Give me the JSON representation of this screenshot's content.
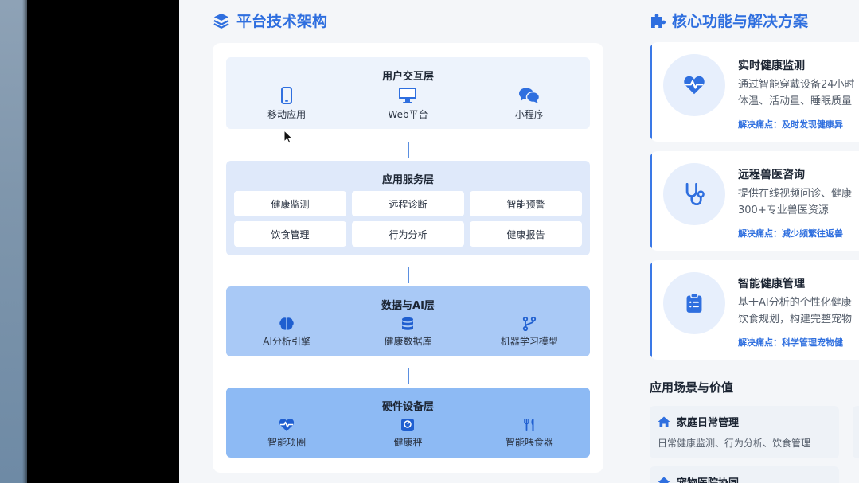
{
  "architecture": {
    "title": "平台技术架构",
    "layers": [
      {
        "title": "用户交互层",
        "items": [
          {
            "label": "移动应用",
            "icon": "mobile-icon"
          },
          {
            "label": "Web平台",
            "icon": "desktop-icon"
          },
          {
            "label": "小程序",
            "icon": "chat-icon"
          }
        ]
      },
      {
        "title": "应用服务层",
        "services": [
          "健康监测",
          "远程诊断",
          "智能预警",
          "饮食管理",
          "行为分析",
          "健康报告"
        ]
      },
      {
        "title": "数据与AI层",
        "items": [
          {
            "label": "AI分析引擎",
            "icon": "brain-icon"
          },
          {
            "label": "健康数据库",
            "icon": "database-icon"
          },
          {
            "label": "机器学习模型",
            "icon": "branch-icon"
          }
        ]
      },
      {
        "title": "硬件设备层",
        "items": [
          {
            "label": "智能项圈",
            "icon": "heart-pulse-icon"
          },
          {
            "label": "健康秤",
            "icon": "scale-icon"
          },
          {
            "label": "智能喂食器",
            "icon": "utensils-icon"
          }
        ]
      }
    ]
  },
  "features": {
    "title": "核心功能与解决方案",
    "cards": [
      {
        "title": "实时健康监测",
        "desc_line1": "通过智能穿戴设备24小时",
        "desc_line2": "体温、活动量、睡眠质量",
        "pain": "解决痛点：及时发现健康异",
        "icon": "heart-pulse-icon"
      },
      {
        "title": "远程兽医咨询",
        "desc_line1": "提供在线视频问诊、健康",
        "desc_line2": "300+专业兽医资源",
        "pain": "解决痛点：减少频繁往返兽",
        "icon": "stethoscope-icon"
      },
      {
        "title": "智能健康管理",
        "desc_line1": "基于AI分析的个性化健康",
        "desc_line2": "饮食规划，构建完整宠物",
        "pain": "解决痛点：科学管理宠物健",
        "icon": "clipboard-icon"
      }
    ]
  },
  "scenarios": {
    "title": "应用场景与价值",
    "items": [
      {
        "title": "家庭日常管理",
        "desc": "日常健康监测、行为分析、饮食管理",
        "icon": "home-icon"
      },
      {
        "title": "宠物医院协同",
        "desc": "",
        "icon": "hospital-icon"
      }
    ]
  },
  "colors": {
    "accent": "#2f6fdf",
    "layer1": "#edf3fc",
    "layer2": "#dfe9fa",
    "layer3": "#a9c9f6",
    "layer4": "#8dbaf4"
  }
}
